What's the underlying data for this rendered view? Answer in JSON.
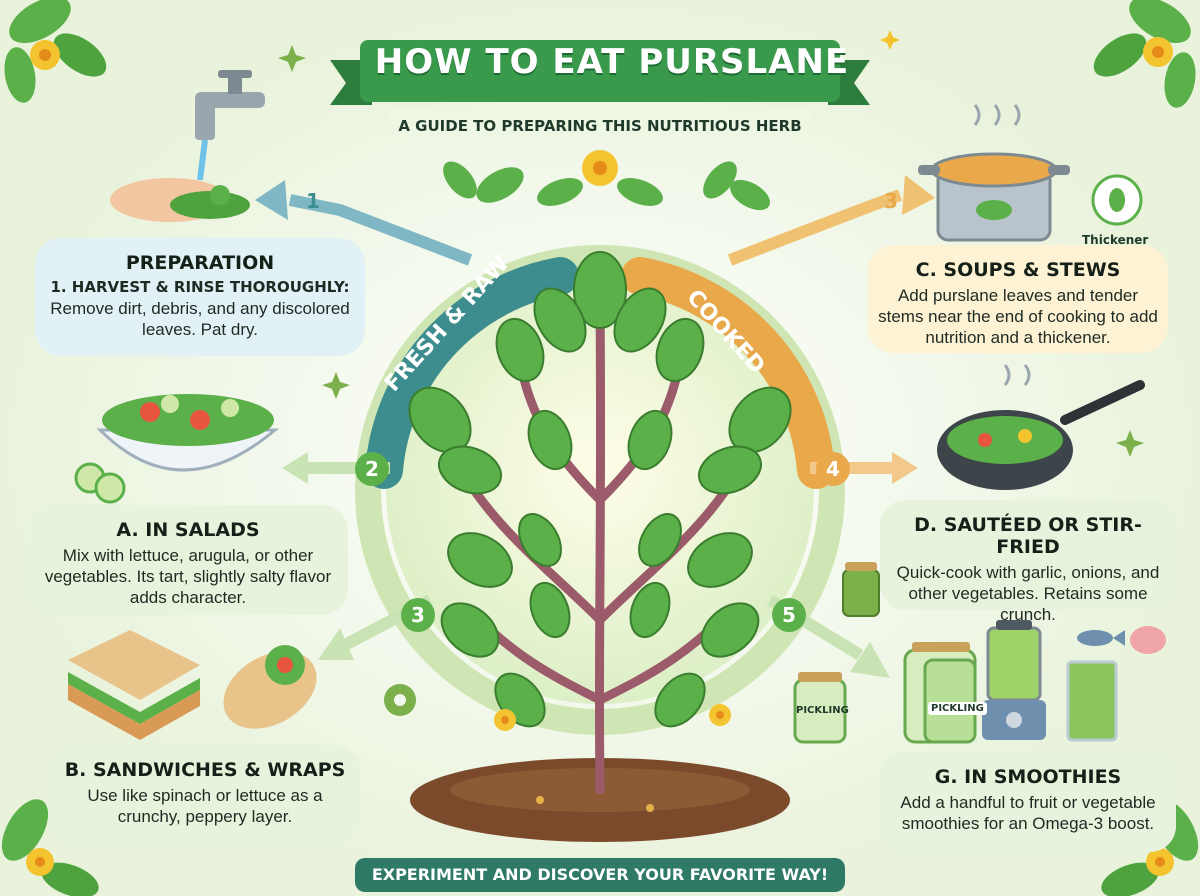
{
  "header": {
    "title": "HOW TO EAT PURSLANE",
    "subtitle": "A GUIDE TO PREPARING THIS NUTRITIOUS HERB"
  },
  "arcs": {
    "left": "FRESH & RAW",
    "right": "COOKED"
  },
  "steps": {
    "n1": "1",
    "n2": "2",
    "n3": "3",
    "n4": "4",
    "n5": "5",
    "n3b": "3"
  },
  "sections": {
    "preparation": {
      "title": "PREPARATION",
      "subtitle": "1. HARVEST & RINSE THOROUGHLY:",
      "text": "Remove dirt, debris, and any discolored leaves. Pat dry."
    },
    "salads": {
      "title": "A. IN SALADS",
      "text": "Mix with lettuce, arugula, or other vegetables. Its tart, slightly salty flavor adds character."
    },
    "sandwiches": {
      "title": "B. SANDWICHES & WRAPS",
      "text": "Use like spinach or lettuce as a crunchy, peppery layer."
    },
    "soups": {
      "title": "C. SOUPS & STEWS",
      "text": "Add purslane leaves and tender stems near the end of cooking to add nutrition and a thickener."
    },
    "sauteed": {
      "title": "D. SAUTÉED OR STIR-FRIED",
      "text": "Quick-cook with garlic, onions, and other vegetables. Retains some crunch."
    },
    "smoothies": {
      "title": "G. IN SMOOTHIES",
      "text": "Add a handful to fruit or vegetable smoothies for an Omega-3 boost."
    }
  },
  "labels": {
    "thickener": "Thickener",
    "pickling_small": "PICKLING",
    "pickling_jar": "PICKLING"
  },
  "footer": {
    "text": "EXPERIMENT AND DISCOVER YOUR FAVORITE WAY!"
  },
  "colors": {
    "banner_green": "#3a9a4c",
    "raw_teal": "#3d8c8e",
    "cooked_orange": "#e9a84a",
    "leaf_green": "#5bb04a",
    "footer_teal": "#2f7a66"
  }
}
